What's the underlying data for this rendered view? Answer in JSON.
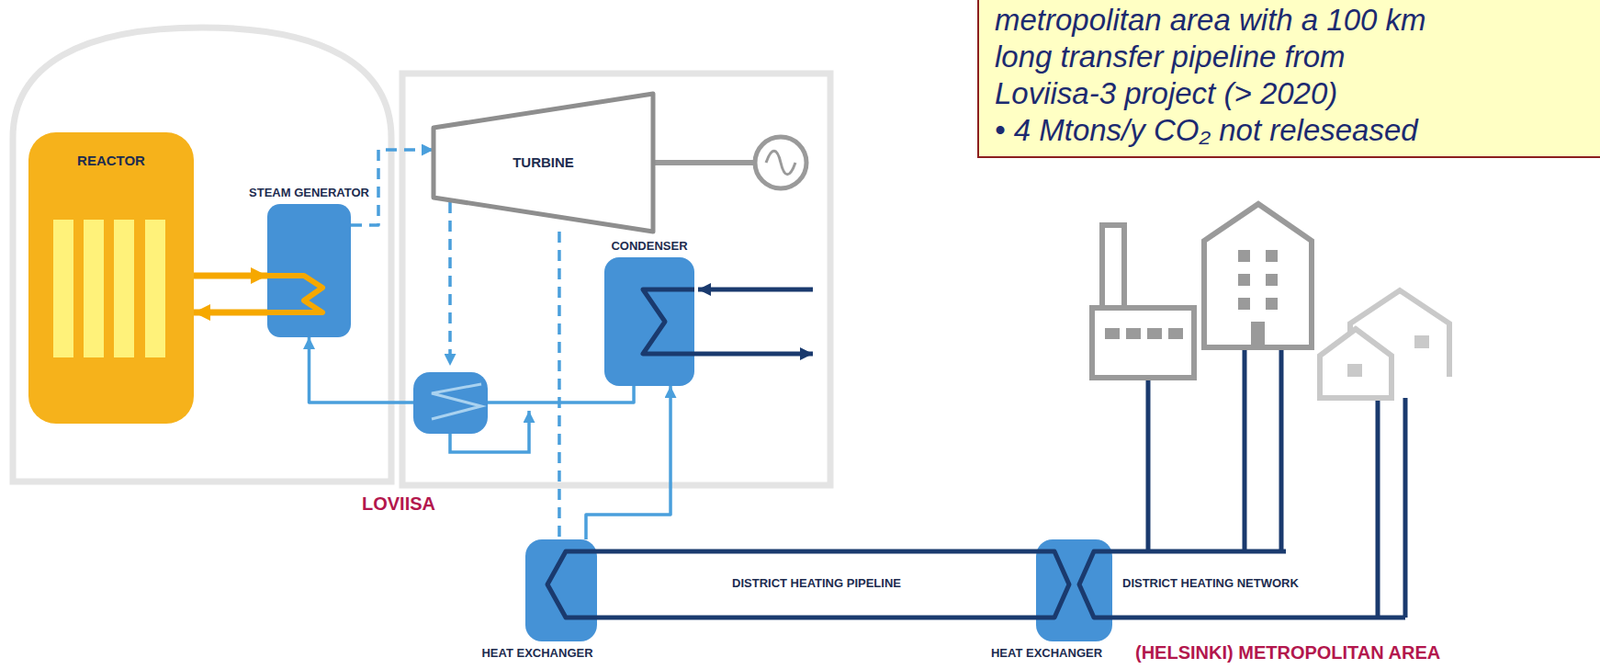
{
  "diagram": {
    "nodes": [
      {
        "text": [
          "REACTOR"
        ]
      },
      {
        "text": [
          "STEAM GENERATOR"
        ]
      },
      {
        "text": [
          "TURBINE"
        ]
      },
      {
        "text": [
          "CONDENSER"
        ]
      },
      {
        "text": [
          "HEAT EXCHANGER"
        ]
      },
      {
        "text": [
          "HEAT EXCHANGER"
        ]
      },
      {
        "text": [
          "metropolitan area with a 100 km long transfer pipeline from Loviisa-3 project (> 2020)",
          "• 4 Mtons/y CO₂ not releseased"
        ]
      }
    ],
    "edges": [
      {
        "from": 0,
        "to": 1,
        "arrow": "to"
      },
      {
        "from": 1,
        "to": 0,
        "arrow": "to"
      },
      {
        "from": 1,
        "to": 2,
        "arrow": "to"
      },
      {
        "from": 3,
        "to": 1,
        "arrow": "to"
      },
      {
        "from": 2,
        "to": 4,
        "arrow": "none"
      },
      {
        "from": 4,
        "to": 3,
        "arrow": "to"
      },
      {
        "from": 4,
        "to": 5,
        "arrow": "none"
      },
      {
        "from": 4,
        "to": 5,
        "arrow": "none"
      }
    ],
    "labels": [
      "LOVIISA",
      "DISTRICT HEATING PIPELINE",
      "DISTRICT HEATING NETWORK",
      "(HELSINKI) METROPOLITAN AREA"
    ]
  }
}
